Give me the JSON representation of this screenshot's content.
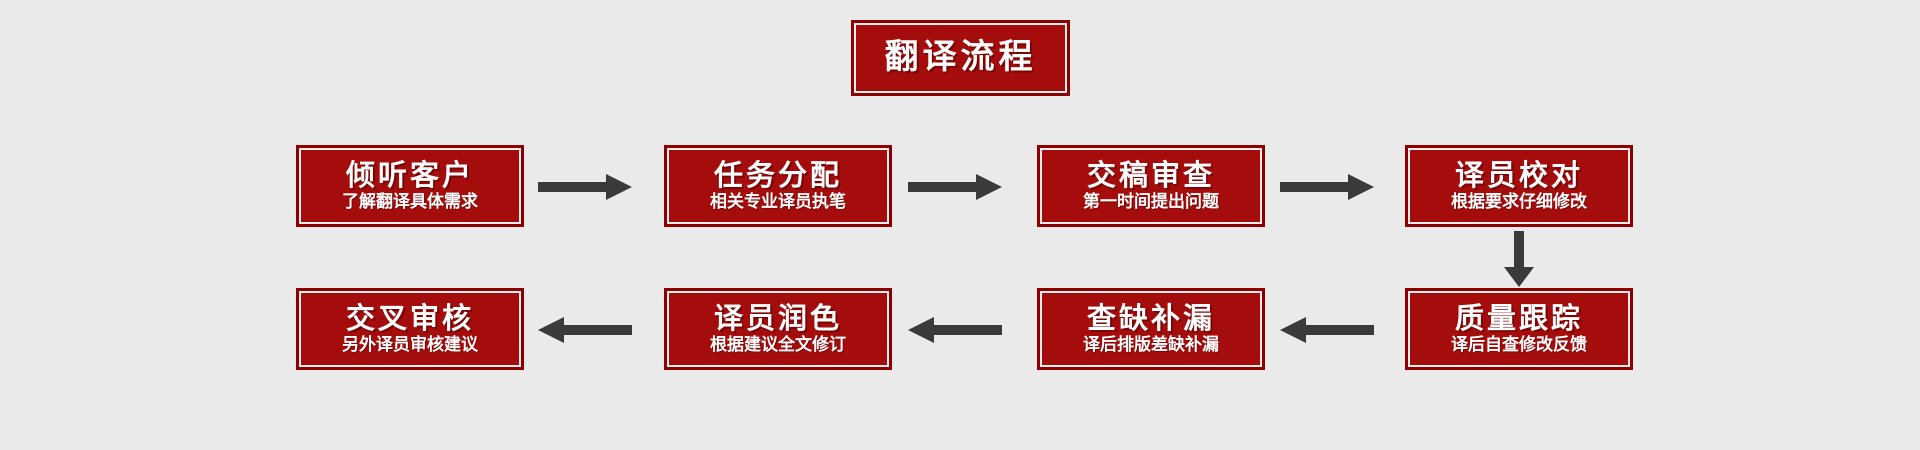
{
  "page": {
    "background_color": "#eaeaea",
    "box_fill_color": "#a50c0c",
    "box_border_color": "#8e0000",
    "box_inner_line_color": "#f2eeee",
    "text_color": "#ffffff",
    "arrow_color": "#3a3a3a"
  },
  "header": {
    "title": "翻译流程"
  },
  "flow": {
    "row1": [
      {
        "title": "倾听客户",
        "sub": "了解翻译具体需求"
      },
      {
        "title": "任务分配",
        "sub": "相关专业译员执笔"
      },
      {
        "title": "交稿审查",
        "sub": "第一时间提出问题"
      },
      {
        "title": "译员校对",
        "sub": "根据要求仔细修改"
      }
    ],
    "row2": [
      {
        "title": "质量跟踪",
        "sub": "译后自查修改反馈"
      },
      {
        "title": "查缺补漏",
        "sub": "译后排版差缺补漏"
      },
      {
        "title": "译员润色",
        "sub": "根据建议全文修订"
      },
      {
        "title": "交叉审核",
        "sub": "另外译员审核建议"
      }
    ]
  },
  "connectors": {
    "row1_arrows": [
      "arrow-right-icon",
      "arrow-right-icon",
      "arrow-right-icon"
    ],
    "row2_arrows": [
      "arrow-left-icon",
      "arrow-left-icon",
      "arrow-left-icon"
    ],
    "vertical_arrow": "arrow-down-icon"
  }
}
